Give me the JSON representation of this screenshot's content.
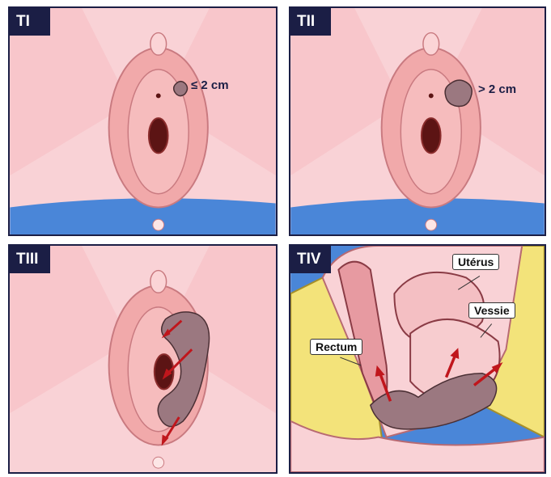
{
  "panels": [
    {
      "stage": "TI",
      "size_label": "≤ 2 cm"
    },
    {
      "stage": "TII",
      "size_label": "> 2 cm"
    },
    {
      "stage": "TIII"
    },
    {
      "stage": "TIV",
      "organs": {
        "uterus": "Utérus",
        "bladder": "Vessie",
        "rectum": "Rectum"
      }
    }
  ],
  "colors": {
    "frame": "#1b1e45",
    "skin": "#f9d2d6",
    "vulva": "#f1a9aa",
    "tumor": "#9b7880",
    "arrow": "#c0161c",
    "fat": "#f3e37a",
    "sheet": "#4a86d8"
  }
}
